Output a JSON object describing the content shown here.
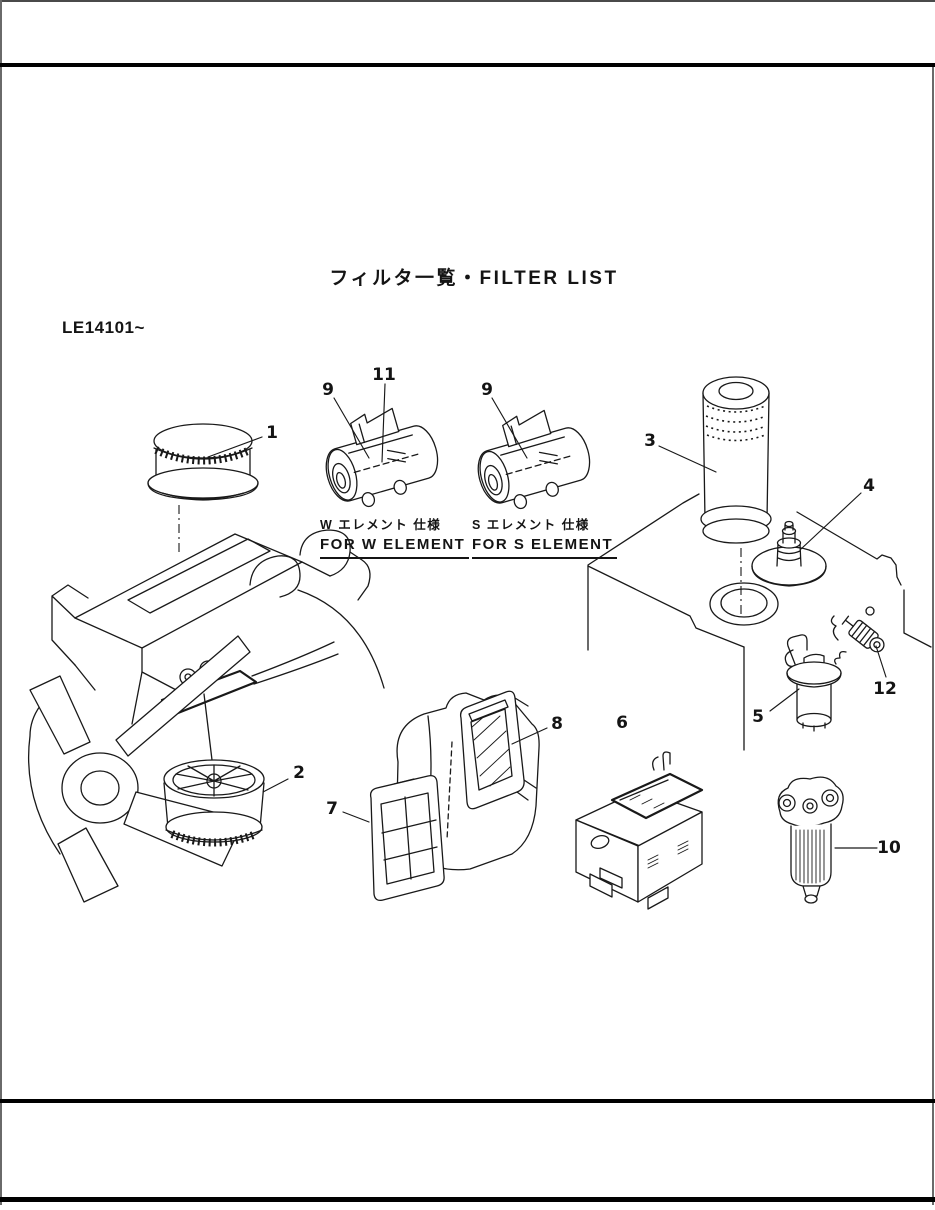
{
  "page": {
    "title": "フィルタ一覧・FILTER LIST",
    "serial": "LE14101~"
  },
  "variant_labels": {
    "w_jp": "W エレメント 仕様",
    "w_en": "FOR W ELEMENT",
    "s_jp": "S エレメント 仕様",
    "s_en": "FOR S ELEMENT"
  },
  "callouts": {
    "c1": "1",
    "c2": "2",
    "c3": "3",
    "c4": "4",
    "c5": "5",
    "c6": "6",
    "c7": "7",
    "c8": "8",
    "c9a": "9",
    "c9b": "9",
    "c10": "10",
    "c11": "11",
    "c12": "12"
  }
}
